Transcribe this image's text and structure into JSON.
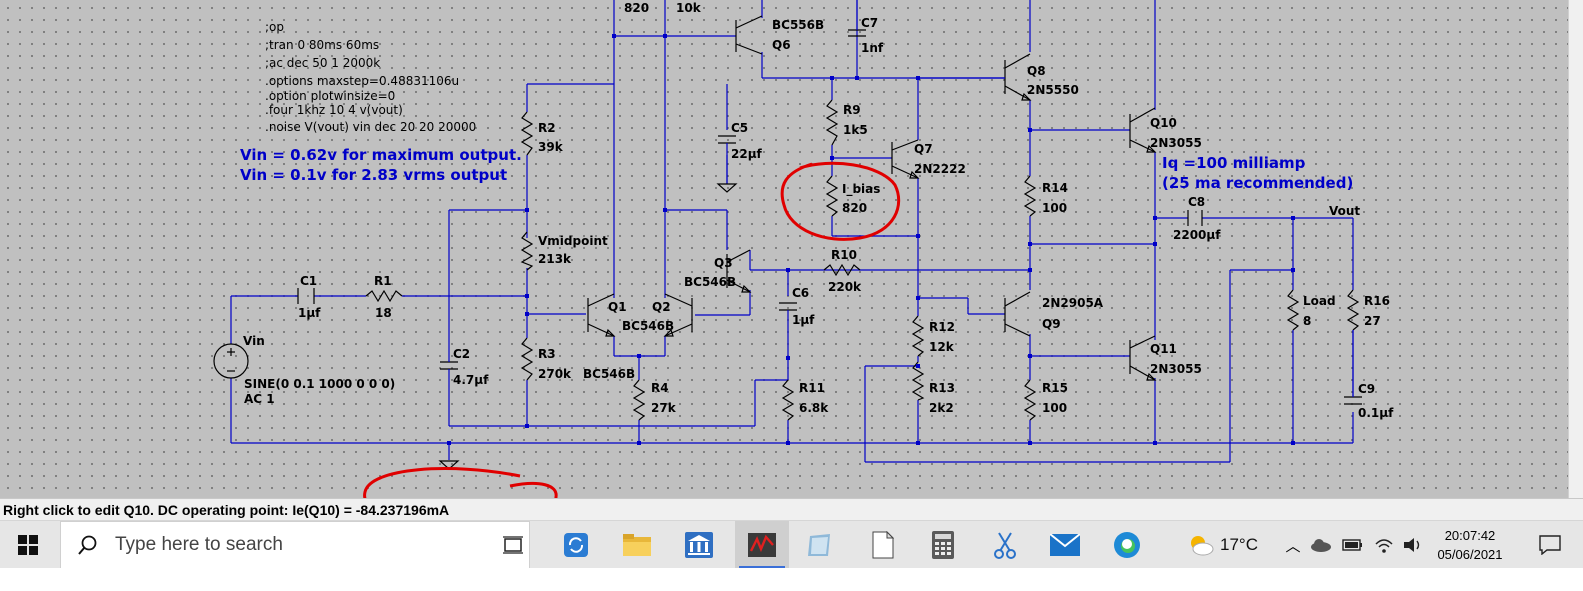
{
  "schematic": {
    "directives": [
      ";op",
      ";tran 0 80ms 60ms",
      ";ac dec 50 1 2000k",
      ".options maxstep=0.48831106u",
      ".option plotwinsize=0",
      ".four 1khz 10 4 v(vout)",
      ".noise V(vout) vin dec 20 20 20000"
    ],
    "notes": {
      "vin_max": "Vin = 0.62v for maximum output.",
      "vin_283": "Vin = 0.1v for 2.83 vrms output",
      "iq": "Iq =100 milliamp",
      "iq_rec": "(25 ma recommended)"
    },
    "labels": {
      "r_top_val": "820",
      "r_top2_val": "10k",
      "q6_type": "BC556B",
      "q6": "Q6",
      "c7": "C7",
      "c7_val": "1nf",
      "r2": "R2",
      "r2_val": "39k",
      "c5": "C5",
      "c5_val": "22µf",
      "r9": "R9",
      "r9_val": "1k5",
      "q7": "Q7",
      "q7_type": "2N2222",
      "ibias": "I_bias",
      "ibias_val": "820",
      "q8": "Q8",
      "q8_type": "2N5550",
      "q10": "Q10",
      "q10_type": "2N3055",
      "r14": "R14",
      "r14_val": "100",
      "c8": "C8",
      "c8_val": "2200µf",
      "vout": "Vout",
      "vmid": "Vmidpoint",
      "vmid_val": "213k",
      "q3": "Q3",
      "q3_type": "BC546B",
      "r10": "R10",
      "r10_val": "220k",
      "c1": "C1",
      "c1_val": "1µf",
      "r1": "R1",
      "r1_val": "18",
      "q1": "Q1",
      "q2": "Q2",
      "q12_type": "BC546B",
      "c6": "C6",
      "c6_val": "1µf",
      "q9_type": "2N2905A",
      "q9": "Q9",
      "load": "Load",
      "load_val": "8",
      "r16": "R16",
      "r16_val": "27",
      "vin": "Vin",
      "vin_src": "SINE(0 0.1 1000 0 0 0)",
      "vin_ac": "AC 1",
      "c2": "C2",
      "c2_val": "4.7µf",
      "r3": "R3",
      "r3_val": "270k",
      "q1b_type": "BC546B",
      "r4": "R4",
      "r4_val": "27k",
      "r11": "R11",
      "r11_val": "6.8k",
      "r12": "R12",
      "r12_val": "12k",
      "r13": "R13",
      "r13_val": "2k2",
      "r15": "R15",
      "r15_val": "100",
      "q11": "Q11",
      "q11_type": "2N3055",
      "c9": "C9",
      "c9_val": "0.1µf"
    }
  },
  "status_bar": {
    "text": "Right click to edit Q10.  DC operating point: Ie(Q10) = -84.237196mA"
  },
  "taskbar": {
    "search_placeholder": "Type here to search",
    "weather_temp": "17°C",
    "time": "20:07:42",
    "date": "05/06/2021"
  },
  "colors": {
    "wire": "#0000c8",
    "annotation": "#e00000",
    "canvas": "#c0c0c0"
  }
}
